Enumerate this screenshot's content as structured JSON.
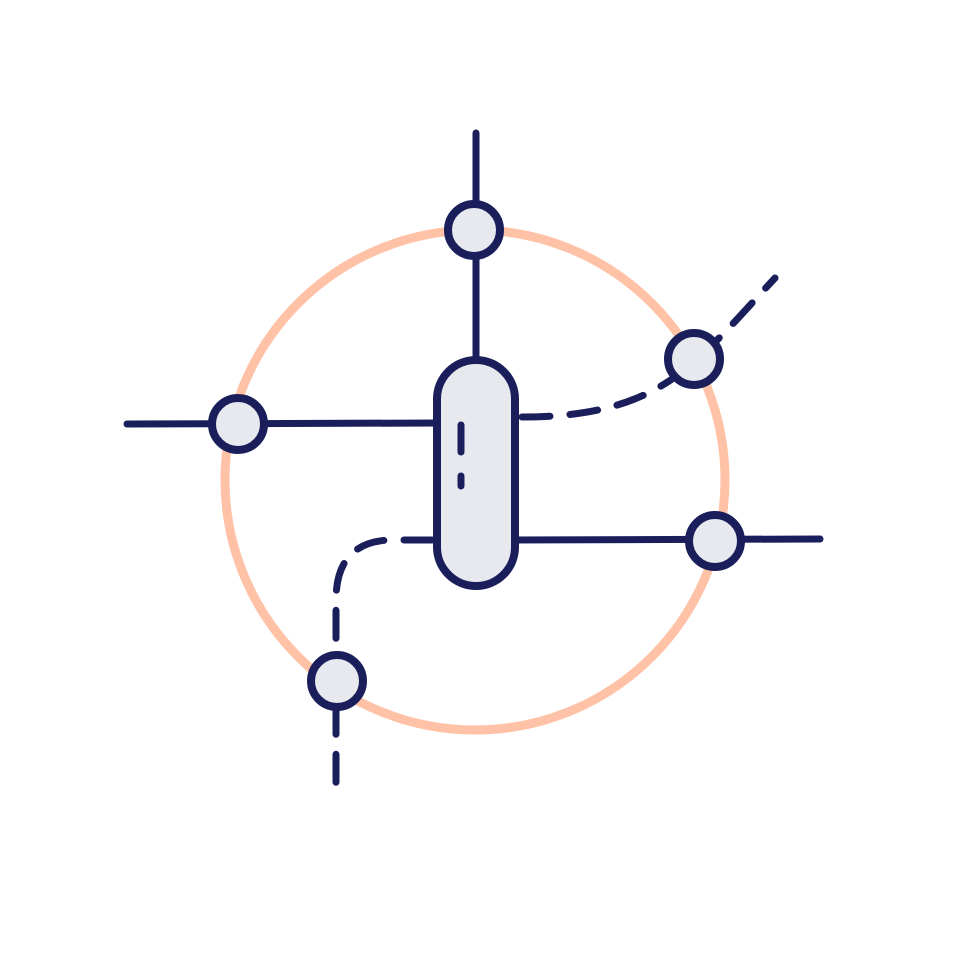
{
  "colors": {
    "background": "#ffffff",
    "ring": "#FFC2A6",
    "ink": "#1A1F5C",
    "node_fill": "#E8E9EF"
  },
  "illustration": {
    "icon": "network-hub-icon",
    "nodes": 5,
    "solid_connections": 3,
    "dashed_connections": 2
  }
}
